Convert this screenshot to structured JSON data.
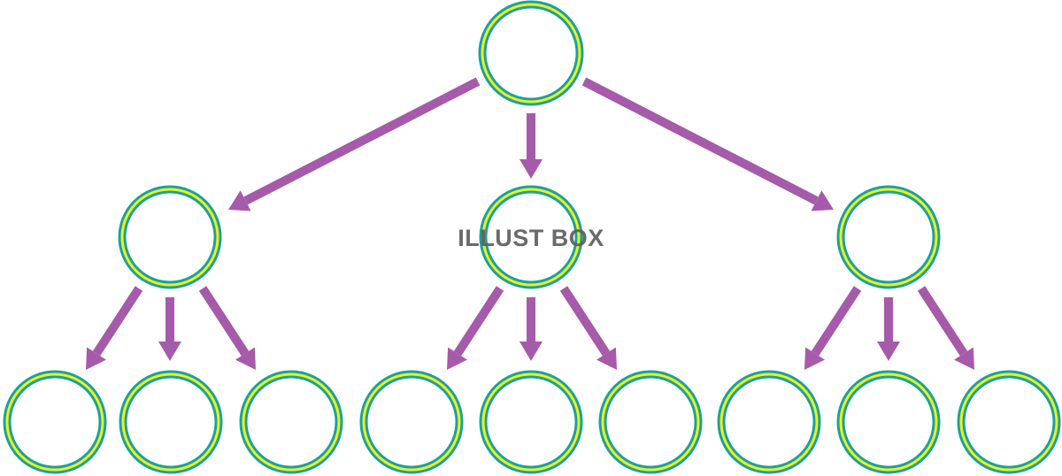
{
  "diagram": {
    "type": "tree-hierarchy",
    "levels": [
      1,
      3,
      9
    ],
    "children_per_node": 3,
    "colors": {
      "ring_outer": "#17a3a0",
      "ring_inner": "#f2ee1c",
      "arrow": "#a55ba9",
      "fill": "#ffffff"
    }
  },
  "watermark": "ILLUST BOX"
}
